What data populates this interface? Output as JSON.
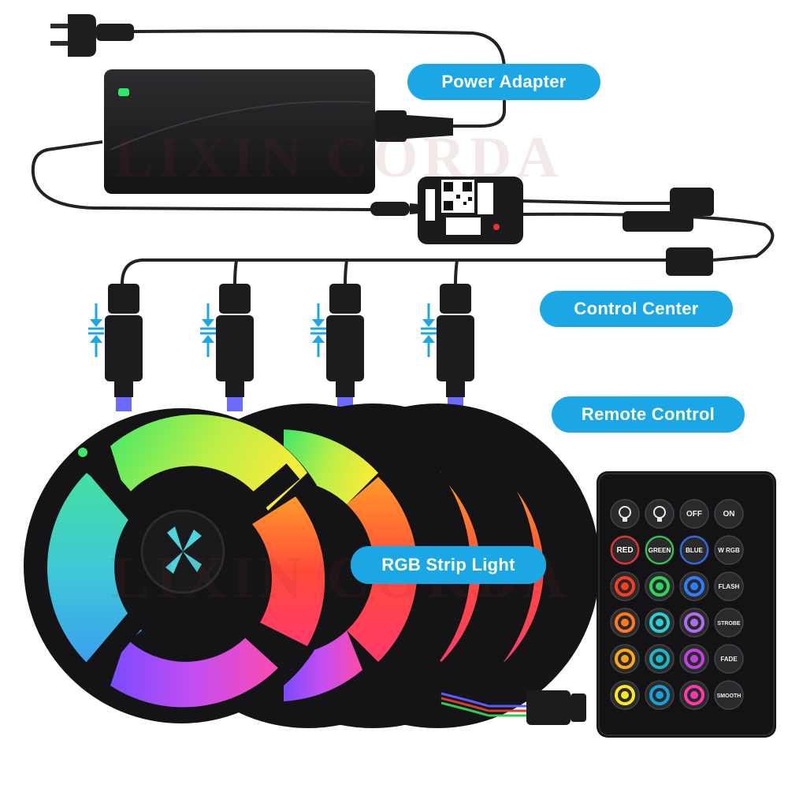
{
  "labels": {
    "power_adapter": "Power Adapter",
    "control_center": "Control Center",
    "remote_control": "Remote Control",
    "rgb_strip_light": "RGB Strip Light"
  },
  "watermark": "LIXIN CORDA",
  "remote": {
    "rows": [
      [
        {
          "label": "",
          "icon": "bulb-up-icon"
        },
        {
          "label": "",
          "icon": "bulb-down-icon"
        },
        {
          "label": "OFF"
        },
        {
          "label": "ON"
        }
      ],
      [
        {
          "label": "RED",
          "color": "#ff2a2a"
        },
        {
          "label": "GREEN",
          "color": "#2bd24a"
        },
        {
          "label": "BLUE",
          "color": "#2a6cff"
        },
        {
          "label": "W RGB"
        }
      ],
      [
        {
          "color": "#ff3a1f"
        },
        {
          "color": "#2cd65a"
        },
        {
          "color": "#2f7dff"
        },
        {
          "label": "FLASH"
        }
      ],
      [
        {
          "color": "#ff7a1a"
        },
        {
          "color": "#25d0d6"
        },
        {
          "color": "#b06cf0"
        },
        {
          "label": "STROBE"
        }
      ],
      [
        {
          "color": "#ffa51a"
        },
        {
          "color": "#1bb8c8"
        },
        {
          "color": "#c040e0"
        },
        {
          "label": "FADE"
        }
      ],
      [
        {
          "color": "#ffe81a"
        },
        {
          "color": "#1a9ed8"
        },
        {
          "color": "#ff3aa8"
        },
        {
          "label": "SMOOTH"
        }
      ]
    ]
  },
  "colors": {
    "accent": "#1ba7e6",
    "device": "#1c1c1e",
    "cable": "#222222",
    "led_green": "#2ee86a"
  }
}
